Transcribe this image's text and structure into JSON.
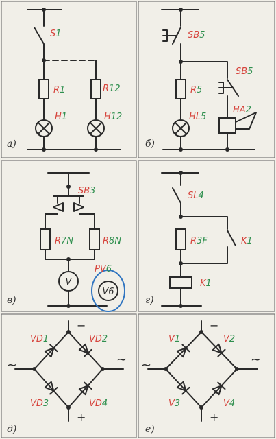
{
  "colors": {
    "designator": "#d6443c",
    "number": "#2f8f4e",
    "outline": "#2f74c0"
  },
  "panels": {
    "a": {
      "caption": "а)",
      "labels": [
        {
          "p": "S",
          "n": "1"
        },
        {
          "p": "R",
          "n": "1"
        },
        {
          "p": "H",
          "n": "1"
        },
        {
          "p": "R",
          "n": "12"
        },
        {
          "p": "H",
          "n": "12"
        }
      ]
    },
    "b": {
      "caption": "б)",
      "labels": [
        {
          "p": "SB",
          "n": "5"
        },
        {
          "p": "SB",
          "n": "5"
        },
        {
          "p": "R",
          "n": "5"
        },
        {
          "p": "HL",
          "n": "5"
        },
        {
          "p": "HA",
          "n": "2"
        }
      ]
    },
    "v": {
      "caption": "в)",
      "labels": [
        {
          "p": "SB",
          "n": "3"
        },
        {
          "p": "R",
          "n": "7N"
        },
        {
          "p": "R",
          "n": "8N"
        },
        {
          "p": "PV",
          "n": "6"
        }
      ],
      "meter1": "V",
      "meter2": "V6"
    },
    "g": {
      "caption": "г)",
      "labels": [
        {
          "p": "SL",
          "n": "4"
        },
        {
          "p": "R",
          "n": "3F"
        },
        {
          "p": "K",
          "n": "1"
        },
        {
          "p": "K",
          "n": "1"
        }
      ]
    },
    "d": {
      "caption": "д)",
      "labels": [
        {
          "p": "VD",
          "n": "1"
        },
        {
          "p": "VD",
          "n": "2"
        },
        {
          "p": "VD",
          "n": "3"
        },
        {
          "p": "VD",
          "n": "4"
        }
      ],
      "ac_left": "~",
      "ac_right": "~",
      "minus": "−",
      "plus": "+"
    },
    "e": {
      "caption": "е)",
      "labels": [
        {
          "p": "V",
          "n": "1"
        },
        {
          "p": "V",
          "n": "2"
        },
        {
          "p": "V",
          "n": "3"
        },
        {
          "p": "V",
          "n": "4"
        }
      ],
      "ac_left": "~",
      "ac_right": "~",
      "minus": "−",
      "plus": "+"
    }
  }
}
